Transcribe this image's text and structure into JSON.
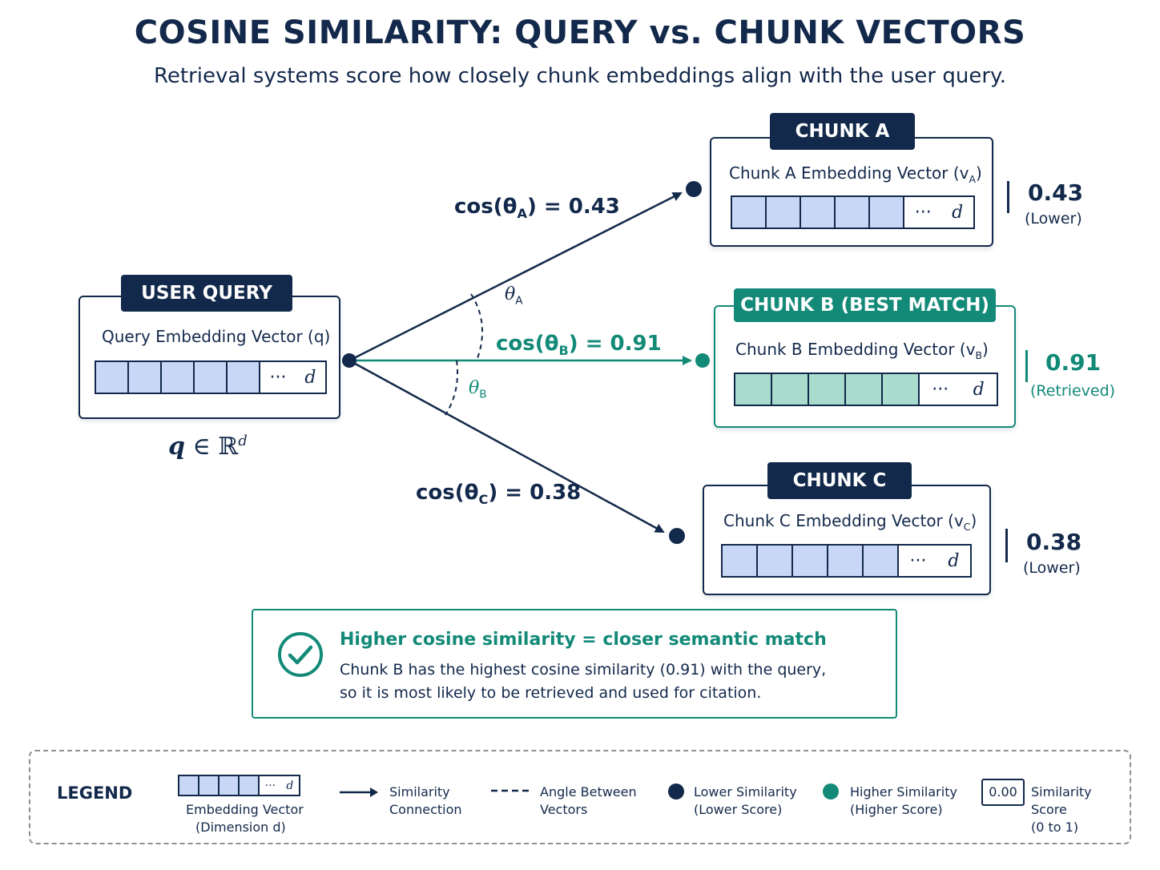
{
  "header": {
    "title": "COSINE SIMILARITY: QUERY vs. CHUNK VECTORS",
    "subtitle": "Retrieval systems score how closely chunk embeddings align with the user query."
  },
  "query": {
    "tag": "USER QUERY",
    "label": "Query Embedding Vector (q)",
    "dots": "···",
    "dim": "d",
    "formula_q": "q",
    "formula_in": "∈",
    "formula_R": "ℝ",
    "formula_d": "d"
  },
  "chunks": [
    {
      "tag": "CHUNK A",
      "label_prefix": "Chunk A Embedding Vector (v",
      "label_sub": "A",
      "label_suffix": ")",
      "dots": "···",
      "dim": "d",
      "score": "0.43",
      "score_label": "(Lower)"
    },
    {
      "tag": "CHUNK B (BEST MATCH)",
      "label_prefix": "Chunk B Embedding Vector (v",
      "label_sub": "B",
      "label_suffix": ")",
      "dots": "···",
      "dim": "d",
      "score": "0.91",
      "score_label": "(Retrieved)"
    },
    {
      "tag": "CHUNK C",
      "label_prefix": "Chunk C Embedding Vector (v",
      "label_sub": "C",
      "label_suffix": ")",
      "dots": "···",
      "dim": "d",
      "score": "0.38",
      "score_label": "(Lower)"
    }
  ],
  "connections": [
    {
      "prefix": "cos(θ",
      "sub": "A",
      "suffix": ") = 0.43"
    },
    {
      "prefix": "cos(θ",
      "sub": "B",
      "suffix": ") = 0.91"
    },
    {
      "prefix": "cos(θ",
      "sub": "C",
      "suffix": ") = 0.38"
    }
  ],
  "angles": [
    {
      "symbol": "θ",
      "sub": "A"
    },
    {
      "symbol": "θ",
      "sub": "B"
    }
  ],
  "note": {
    "heading": "Higher cosine similarity = closer semantic match",
    "line1": "Chunk B has the highest cosine similarity (0.91) with the query,",
    "line2": "so it is most likely to be retrieved and used for citation."
  },
  "legend": {
    "title": "LEGEND",
    "embedding_line1": "Embedding Vector",
    "embedding_line2": "(Dimension d)",
    "embedding_dots": "···",
    "embedding_dim": "d",
    "connection_line1": "Similarity",
    "connection_line2": "Connection",
    "angle_line1": "Angle Between",
    "angle_line2": "Vectors",
    "lower_line1": "Lower Similarity",
    "lower_line2": "(Lower Score)",
    "higher_line1": "Higher Similarity",
    "higher_line2": "(Higher Score)",
    "score_box": "0.00",
    "score_line1": "Similarity Score",
    "score_line2": "(0 to 1)"
  },
  "colors": {
    "navy": "#13294b",
    "green": "#138a78",
    "blue_cell": "#c8d7f6",
    "green_cell": "#a9dccd"
  }
}
